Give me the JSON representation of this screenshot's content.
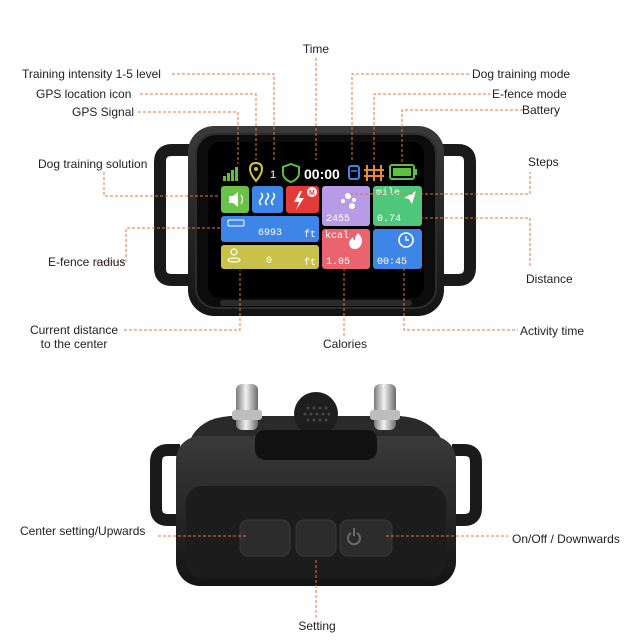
{
  "screen": {
    "gps_bars": 4,
    "intensity": "1",
    "time": "00:00",
    "battery_level": 1.0,
    "tiles": {
      "steps": {
        "value": "2455",
        "color": "#b79be6"
      },
      "distance": {
        "unit": "mile",
        "value": "0.74",
        "color": "#4fc77a"
      },
      "radius": {
        "value": "6993",
        "unit": "ft",
        "color": "#3d86e8"
      },
      "calories": {
        "unit": "kcal",
        "value": "1.05",
        "color": "#e9646f"
      },
      "center": {
        "value": "0",
        "unit": "ft",
        "color": "#c8c24a"
      },
      "activity": {
        "value": "00:45",
        "color": "#3d86e8"
      },
      "sound": {
        "color": "#6ac24a"
      },
      "vibrate": {
        "color": "#3d86e8"
      },
      "shock": {
        "color": "#e33a3a"
      }
    }
  },
  "labels": {
    "time": "Time",
    "training_intensity": "Training intensity 1-5 level",
    "gps_location": "GPS location icon",
    "gps_signal": "GPS Signal",
    "dog_training_mode": "Dog training mode",
    "efence_mode": "E-fence mode",
    "battery": "Battery",
    "dog_training_solution": "Dog training solution",
    "steps": "Steps",
    "efence_radius": "E-fence radius",
    "distance": "Distance",
    "current_distance_1": "Current distance",
    "current_distance_2": "to the center",
    "calories": "Calories",
    "activity_time": "Activity time",
    "center_setting": "Center setting/Upwards",
    "on_off": "On/Off / Downwards",
    "setting": "Setting"
  },
  "colors": {
    "leader": "#e8743a",
    "accent": "#ffffff"
  }
}
